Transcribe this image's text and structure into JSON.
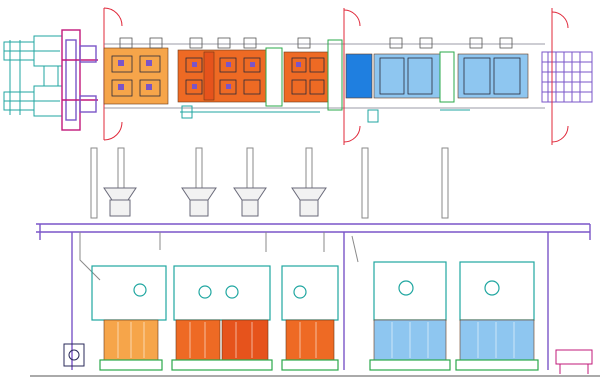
{
  "drawing": {
    "views": [
      "plan-view",
      "elevation-view"
    ],
    "colors": {
      "orange_light": "#f6a54a",
      "orange": "#ee6a24",
      "orange_deep": "#e6531c",
      "blue_strong": "#1f7fe0",
      "blue_light": "#8ec6f0",
      "blue_pale": "#bfe0f7",
      "purple": "#7a55c8",
      "teal": "#1fa6a0",
      "magenta": "#c2187a",
      "red": "#e0283a",
      "green": "#2aa84a",
      "gray": "#9a9a9a",
      "dark": "#2a2a3a"
    },
    "plan_blocks": [
      {
        "color": "orange_light"
      },
      {
        "color": "orange"
      },
      {
        "color": "orange_deep"
      },
      {
        "color": "orange"
      },
      {
        "color": "blue_strong"
      },
      {
        "color": "blue_light"
      },
      {
        "color": "blue_light"
      }
    ],
    "elevation_blocks": [
      {
        "color": "orange_light"
      },
      {
        "color": "orange"
      },
      {
        "color": "orange_deep"
      },
      {
        "color": "orange"
      },
      {
        "color": "blue_light"
      },
      {
        "color": "blue_light"
      }
    ]
  }
}
